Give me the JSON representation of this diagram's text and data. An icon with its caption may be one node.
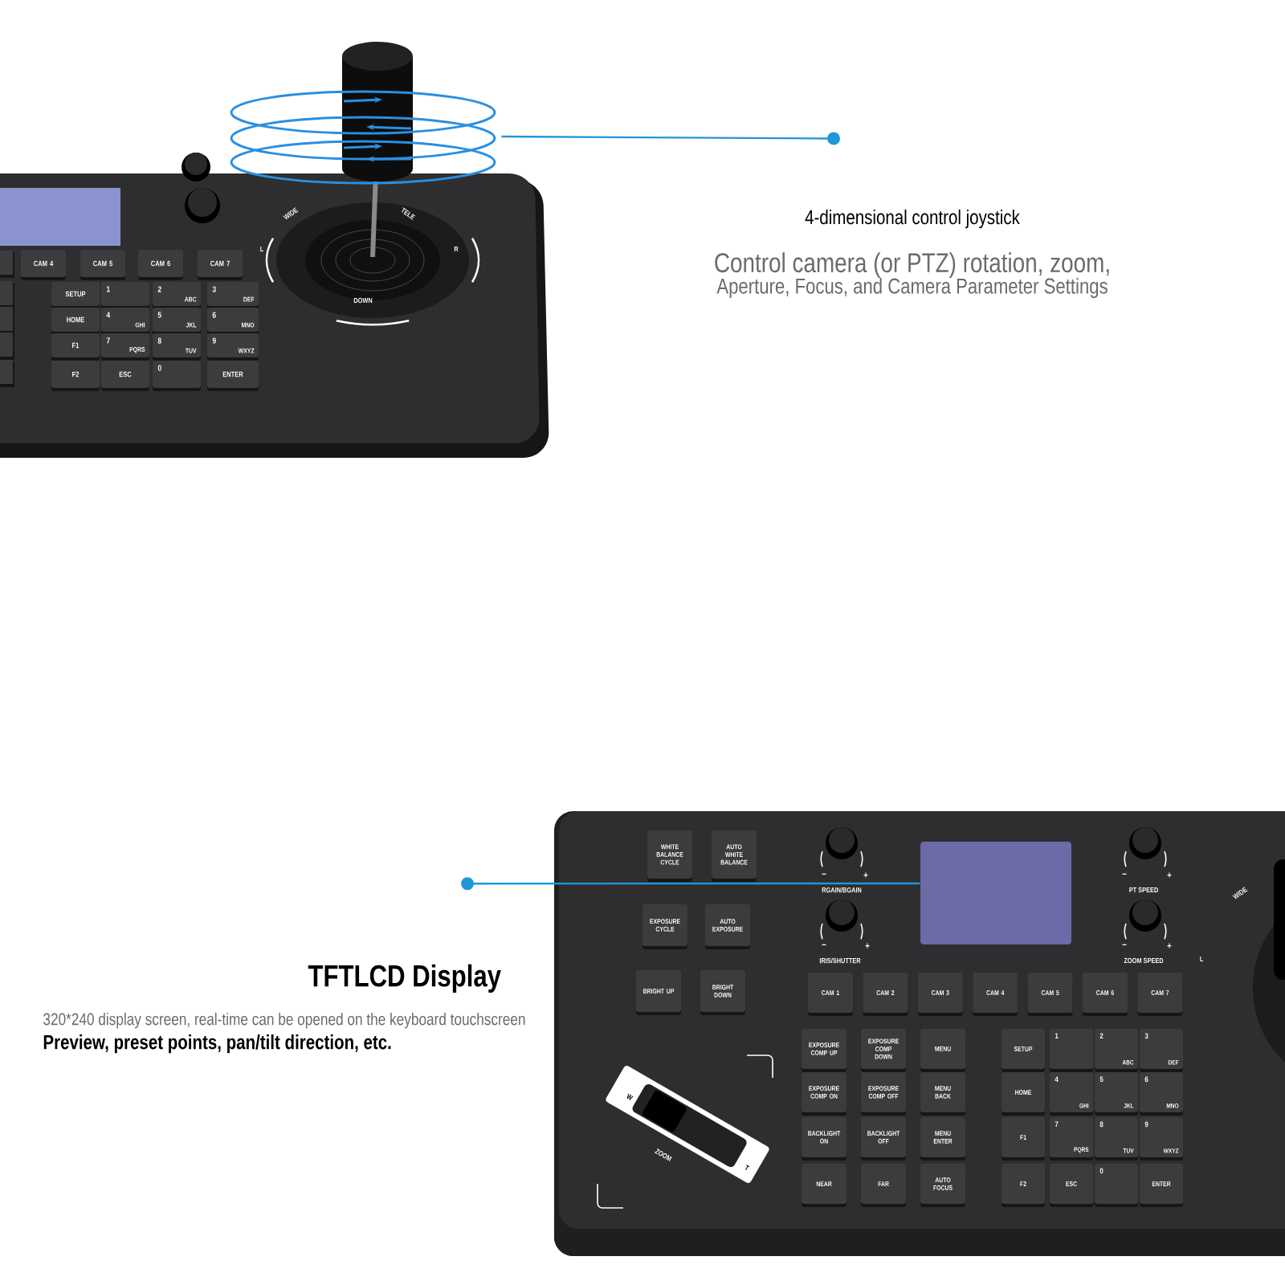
{
  "diagram": {
    "nodes": [
      {
        "text": [],
        "shape": "picture"
      },
      {
        "text": [
          "4-dimensional control joystick",
          "Control camera (or PTZ) rotation, zoom,",
          "Aperture, Focus, and Camera Parameter Settings"
        ]
      },
      {
        "text": [],
        "shape": "box"
      },
      {
        "text": [
          "TFTLCD Display",
          "320*240 display screen, real-time can be opened on the keyboard touchscreen",
          "Preview, preset points, pan/tilt direction, etc."
        ]
      }
    ],
    "edges": [
      {
        "from": 1,
        "to": 0,
        "arrow": "other"
      },
      {
        "from": 3,
        "to": 2,
        "arrow": "other"
      }
    ],
    "labels": [
      "CAM 4",
      "CAM 5",
      "CAM 6",
      "CAM 7",
      "SETUP",
      "1",
      "2",
      "ABC",
      "3",
      "DEF",
      "HOME",
      "4",
      "GHI",
      "5",
      "JKL",
      "6",
      "MNO",
      "F1",
      "7",
      "PQRS",
      "8",
      "TUV",
      "9",
      "WXYZ",
      "F2",
      "ESC",
      "0",
      "ENTER",
      "WIDE",
      "TELE",
      "L",
      "R",
      "DOWN",
      "WHITE BALANCE CYCLE",
      "AUTO WHITE BALANCE",
      "−",
      "+",
      "RGAIN/BGAIN",
      "−",
      "+",
      "PT SPEED",
      "EXPOSURE CYCLE",
      "AUTO EXPOSURE",
      "−",
      "+",
      "IRIS/SHUTTER",
      "−",
      "+",
      "ZOOM SPEED",
      "WIDE",
      "BRIGHT UP",
      "BRIGHT DOWN",
      "CAM 1",
      "CAM 2",
      "CAM 3",
      "CAM 4",
      "CAM 5",
      "CAM 6",
      "CAM 7",
      "L",
      "EXPOSURE COMP UP",
      "EXPOSURE COMP DOWN",
      "MENU",
      "SETUP",
      "1",
      "2",
      "ABC",
      "3",
      "DEF",
      "EXPOSURE COMP ON",
      "EXPOSURE COMP OFF",
      "MENU BACK",
      "HOME",
      "4",
      "GHI",
      "5",
      "JKL",
      "6",
      "MNO",
      "W",
      "ZOOM",
      "T",
      "BACKLIGHT ON",
      "BACKLIGHT OFF",
      "MENU ENTER",
      "F1",
      "7",
      "PQRS",
      "8",
      "TUV",
      "9",
      "WXYZ",
      "NEAR",
      "FAR",
      "AUTO FOCUS",
      "F2",
      "ESC",
      "0",
      "ENTER"
    ]
  }
}
